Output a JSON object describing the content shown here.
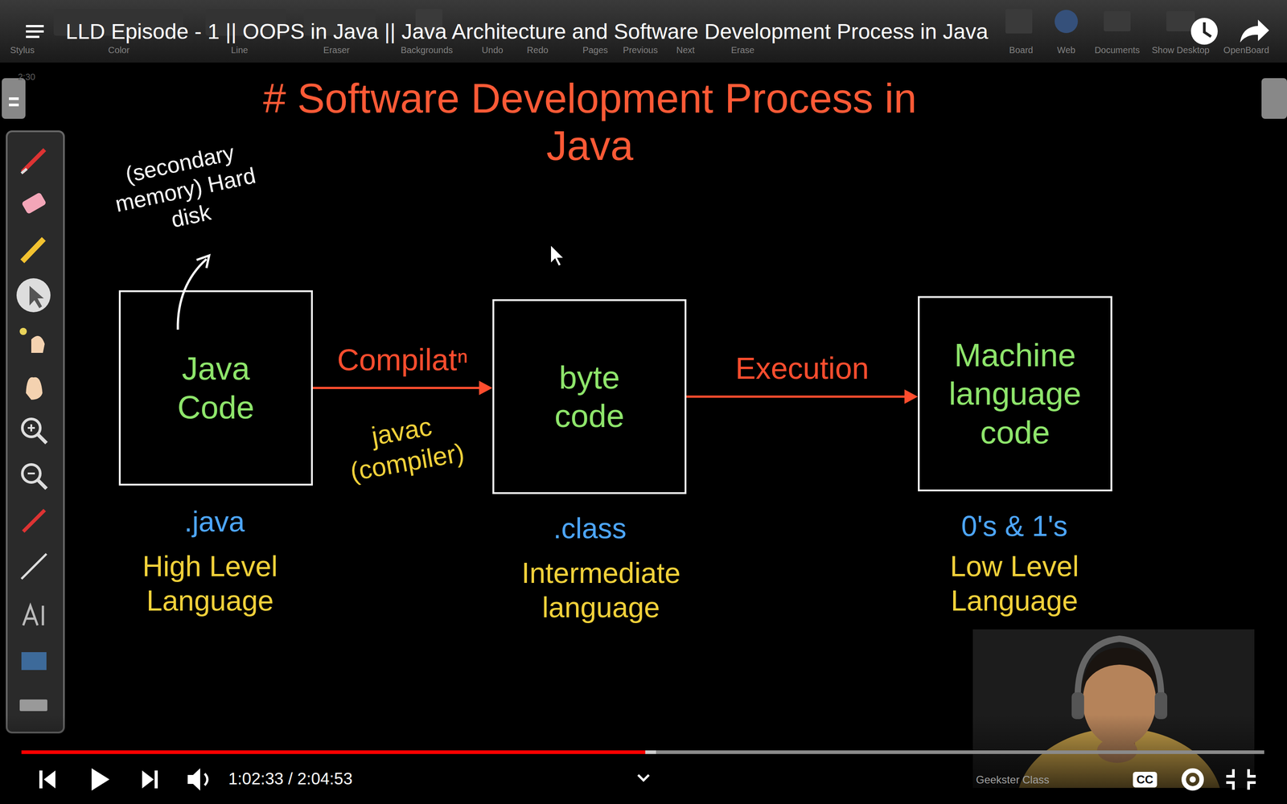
{
  "diagram": {
    "title": "# Software Development Process in Java",
    "nodes": [
      {
        "text": [
          "Java Code"
        ]
      },
      {
        "text": [
          "byte code"
        ]
      },
      {
        "text": [
          "Machine language code"
        ]
      }
    ],
    "edges": [
      {
        "from": 0,
        "to": 1,
        "arrow": "to",
        "label": "Compilatⁿ"
      },
      {
        "from": 1,
        "to": 2,
        "arrow": "to",
        "label": "Execution"
      }
    ],
    "labels": [
      "LLD Episode - 1 || OOPS in Java || Java Architecture and Software Development Process in Java",
      "Stylus",
      "Color",
      "Line",
      "Eraser",
      "Backgrounds",
      "Undo",
      "Redo",
      "Pages",
      "Previous",
      "Next",
      "Erase",
      "Board",
      "Web",
      "Documents",
      "Show Desktop",
      "OpenBoard",
      "2:30",
      "(secondary memory) Hard disk",
      "javac (compiler)",
      ".java",
      "High Level Language",
      ".class",
      "Intermediate language",
      "0's & 1's",
      "Low Level Language",
      "1:02:33 / 2:04:53",
      "CC",
      "Geekster Class"
    ]
  }
}
